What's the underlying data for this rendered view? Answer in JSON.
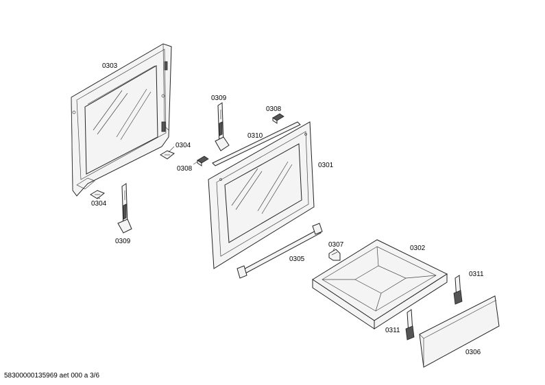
{
  "labels": {
    "p0303": "0303",
    "p0309_top": "0309",
    "p0308_top": "0308",
    "p0310": "0310",
    "p0304_mid": "0304",
    "p0308_mid": "0308",
    "p0301": "0301",
    "p0304_low": "0304",
    "p0309_low": "0309",
    "p0307": "0307",
    "p0302": "0302",
    "p0305": "0305",
    "p0311_right": "0311",
    "p0311_left": "0311",
    "p0306": "0306"
  },
  "footer": "58300000135969 aet 000 a 3/6"
}
